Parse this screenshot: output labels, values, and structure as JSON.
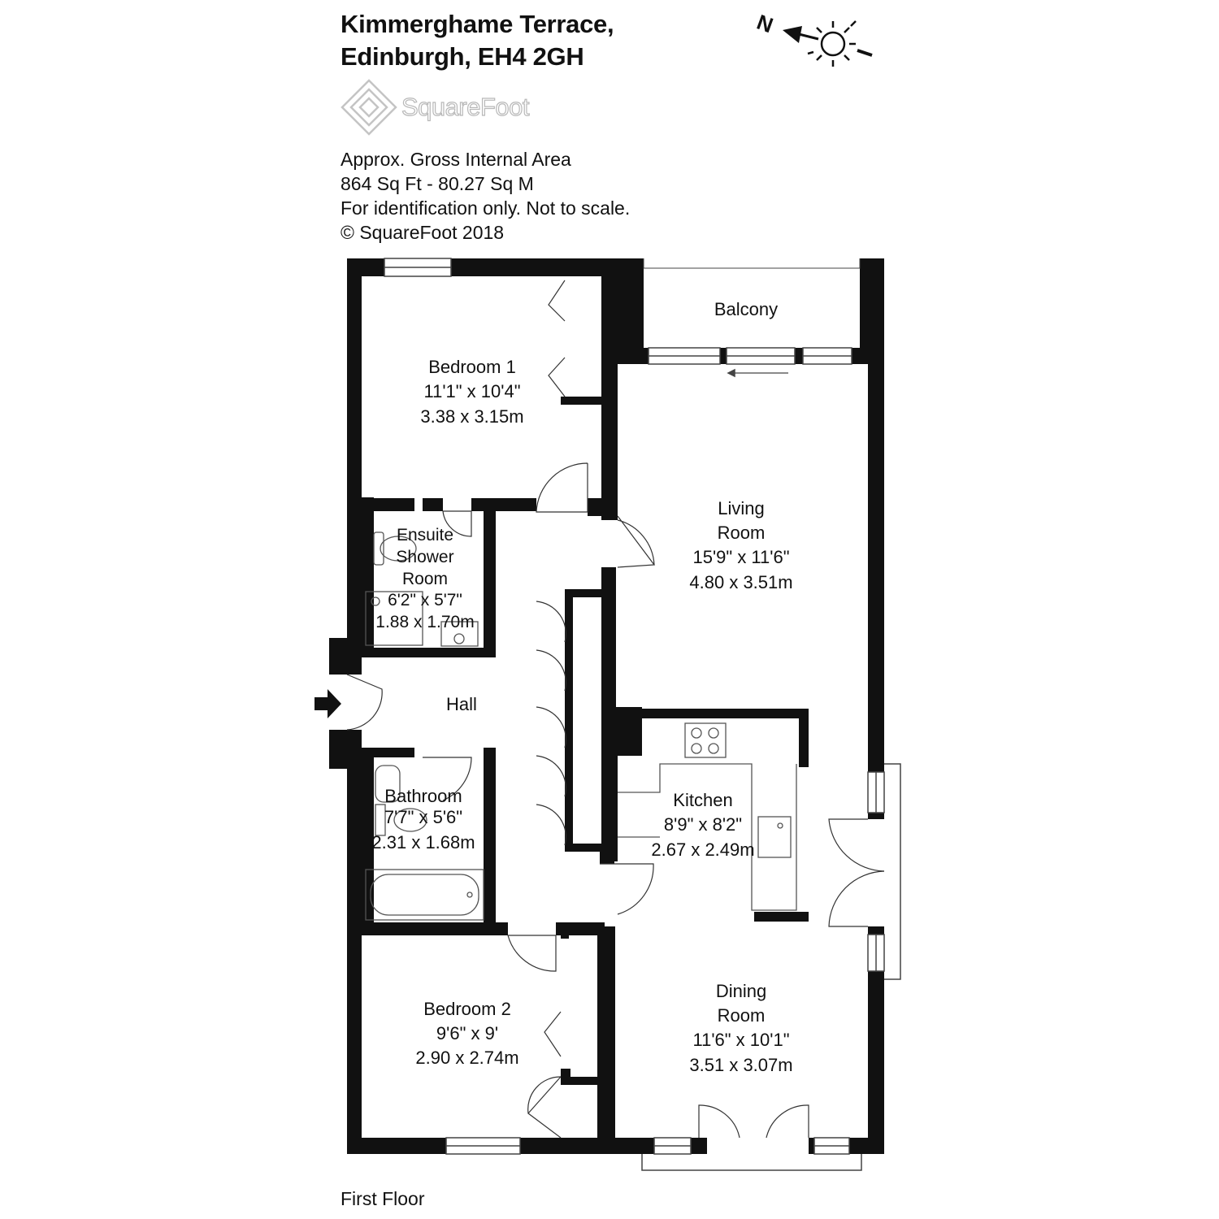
{
  "header": {
    "address_line1": "Kimmerghame Terrace,",
    "address_line2": "Edinburgh, EH4 2GH",
    "brand_name": "SquareFoot"
  },
  "area_info": {
    "line1": "Approx. Gross Internal Area",
    "line2": "864 Sq Ft  -  80.27 Sq M",
    "line3": "For identification only. Not to scale.",
    "line4": "© SquareFoot 2018"
  },
  "compass": {
    "north_label": "N",
    "icon": "sun-icon"
  },
  "floor_label": "First Floor",
  "rooms": {
    "bedroom1": {
      "name": "Bedroom 1",
      "imperial": "11'1\" x 10'4\"",
      "metric": "3.38 x 3.15m"
    },
    "ensuite": {
      "name_line1": "Ensuite",
      "name_line2": "Shower",
      "name_line3": "Room",
      "imperial": "6'2\" x 5'7\"",
      "metric": "1.88 x 1.70m"
    },
    "hall": {
      "name": "Hall"
    },
    "bathroom": {
      "name": "Bathroom",
      "imperial": "7'7\" x 5'6\"",
      "metric": "2.31 x 1.68m"
    },
    "bedroom2": {
      "name": "Bedroom 2",
      "imperial": "9'6\" x 9'",
      "metric": "2.90 x 2.74m"
    },
    "balcony": {
      "name": "Balcony"
    },
    "living": {
      "name_line1": "Living",
      "name_line2": "Room",
      "imperial": "15'9\" x 11'6\"",
      "metric": "4.80 x 3.51m"
    },
    "kitchen": {
      "name": "Kitchen",
      "imperial": "8'9\" x 8'2\"",
      "metric": "2.67 x 2.49m"
    },
    "dining": {
      "name_line1": "Dining",
      "name_line2": "Room",
      "imperial": "11'6\" x 10'1\"",
      "metric": "3.51 x 3.07m"
    }
  },
  "colors": {
    "wall": "#111111",
    "logo": "#c8c8c8"
  }
}
